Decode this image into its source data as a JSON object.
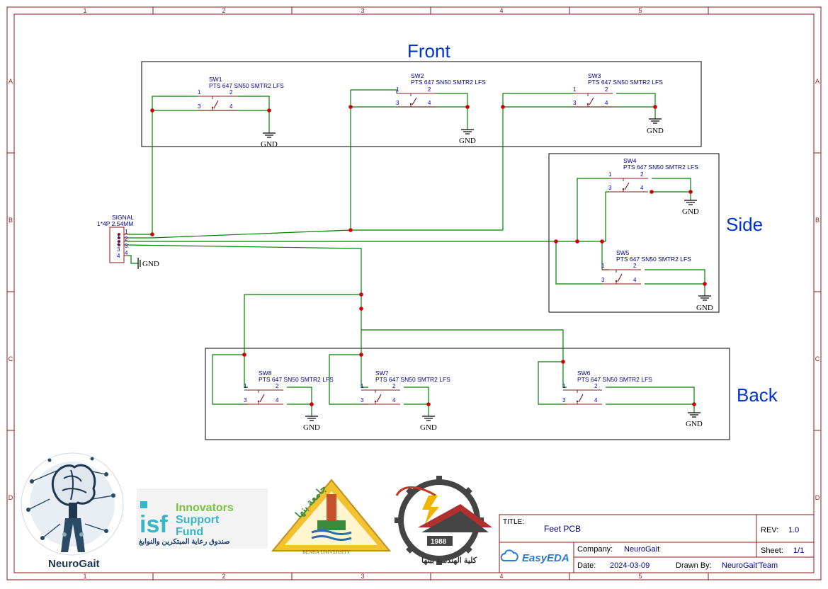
{
  "frame": {
    "columns": [
      "1",
      "2",
      "3",
      "4",
      "5"
    ],
    "rows": [
      "A",
      "B",
      "C",
      "D"
    ]
  },
  "groups": {
    "front": "Front",
    "side": "Side",
    "back": "Back"
  },
  "switch_part": "PTS 647 SN50 SMTR2 LFS",
  "switches": [
    {
      "ref": "SW1"
    },
    {
      "ref": "SW2"
    },
    {
      "ref": "SW3"
    },
    {
      "ref": "SW4"
    },
    {
      "ref": "SW5"
    },
    {
      "ref": "SW6"
    },
    {
      "ref": "SW7"
    },
    {
      "ref": "SW8"
    }
  ],
  "pins": {
    "p1": "1",
    "p2": "2",
    "p3": "3",
    "p4": "4"
  },
  "gnd": "GND",
  "connector": {
    "ref": "SIGNAL",
    "value": "1*4P 2.54MM",
    "pins": [
      "1",
      "2",
      "3",
      "4"
    ]
  },
  "logos": {
    "neurogait": "NeuroGait",
    "isf_line1": "Innovators",
    "isf_line2": "Support",
    "isf_line3": "Fund",
    "isf_arabic": "صندوق رعاية المبتكرين والنوابغ",
    "isf_mark": "isf",
    "benha": "BENHA UNIVERSITY",
    "benha_arabic": "جامعة بنها",
    "faculty_year": "1988",
    "faculty_arabic": "كلية الهندسة ببنها"
  },
  "title_block": {
    "title_label": "TITLE:",
    "title_value": "Feet PCB",
    "rev_label": "REV:",
    "rev_value": "1.0",
    "tool": "EasyEDA",
    "company_label": "Company:",
    "company_value": "NeuroGait",
    "sheet_label": "Sheet:",
    "sheet_value": "1/1",
    "date_label": "Date:",
    "date_value": "2024-03-09",
    "drawn_label": "Drawn By:",
    "drawn_value": "NeuroGait'Team"
  },
  "colors": {
    "frame": "#8b1a1a",
    "wire": "#008000",
    "junction": "#cc0000",
    "pin_text": "#0000cc",
    "label_blue": "#0033cc",
    "component": "#8b1a1a"
  }
}
